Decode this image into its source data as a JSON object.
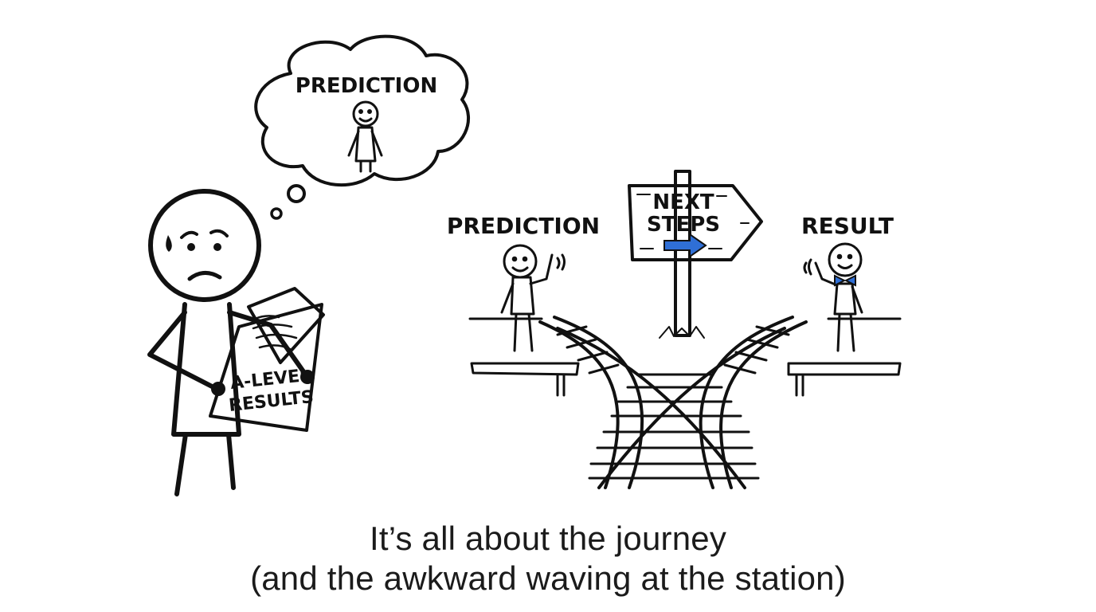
{
  "thought_bubble": {
    "label": "PREDICTION"
  },
  "document": {
    "line1": "A-LEVEL",
    "line2": "RESULTS"
  },
  "signpost": {
    "line1": "NEXT",
    "line2": "STEPS"
  },
  "labels": {
    "left": "PREDICTION",
    "right": "RESULT"
  },
  "caption": {
    "line1": "It’s all about the journey",
    "line2": "(and the awkward waving at the station)"
  },
  "colors": {
    "ink": "#111111",
    "accent_blue": "#2f6fd6"
  }
}
